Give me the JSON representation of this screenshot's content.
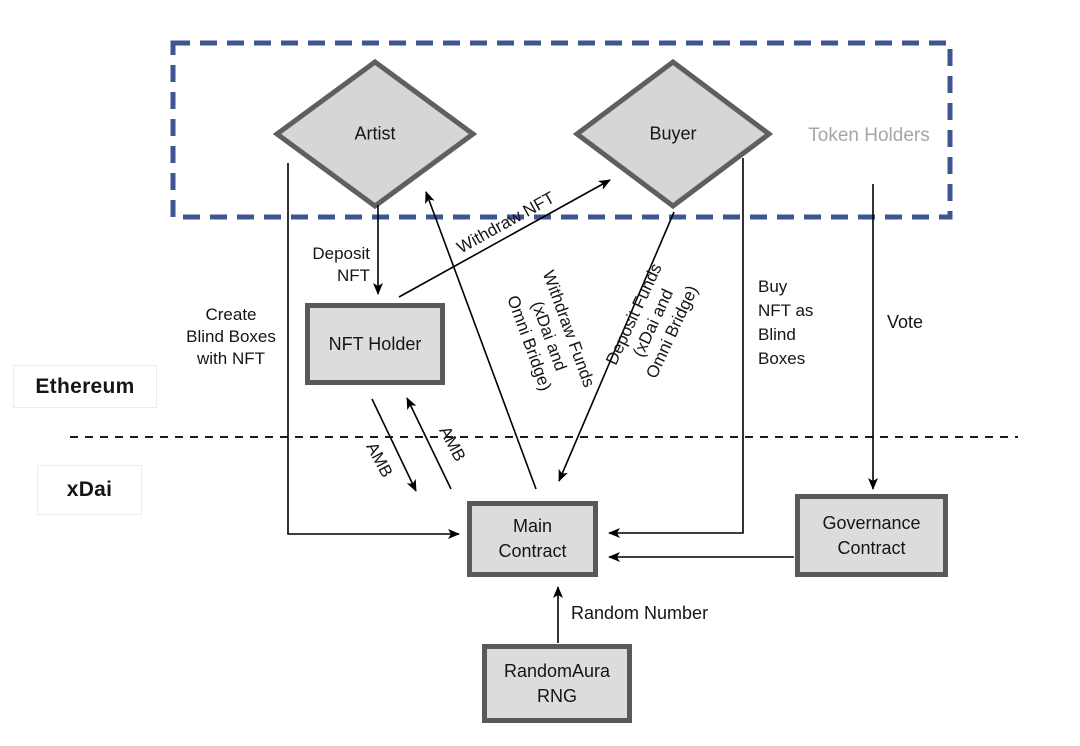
{
  "chains": {
    "ethereum_label": "Ethereum",
    "xdai_label": "xDai"
  },
  "groups": {
    "token_holders_label": "Token Holders"
  },
  "nodes": {
    "artist": "Artist",
    "buyer": "Buyer",
    "nft_holder": "NFT Holder",
    "main_contract": "Main\nContract",
    "governance_contract": "Governance\nContract",
    "randomaura_rng": "RandomAura\nRNG"
  },
  "edges": {
    "deposit_nft": "Deposit\nNFT",
    "withdraw_nft": "Withdraw NFT",
    "withdraw_funds": "Withdraw Funds\n(xDai and\nOmni Bridge)",
    "deposit_funds": "Deposit Funds\n(xDai and\nOmni Bridge)",
    "create_blind_boxes": "Create\nBlind Boxes\nwith NFT",
    "buy_nft_blind_boxes": "Buy\nNFT as\nBlind\nBoxes",
    "vote": "Vote",
    "amb_to_main": "AMB",
    "amb_to_holder": "AMB",
    "random_number": "Random Number"
  },
  "colors": {
    "token_holders_region_border": "#3d5591",
    "node_fill": "#dcdcdc",
    "node_border": "#595959",
    "diamond_fill": "#d6d6d6",
    "diamond_border": "#5f5f5f",
    "muted_label_text": "#a6a6a6",
    "arrow_line": "#000000",
    "chain_label_border": "#ececec"
  }
}
